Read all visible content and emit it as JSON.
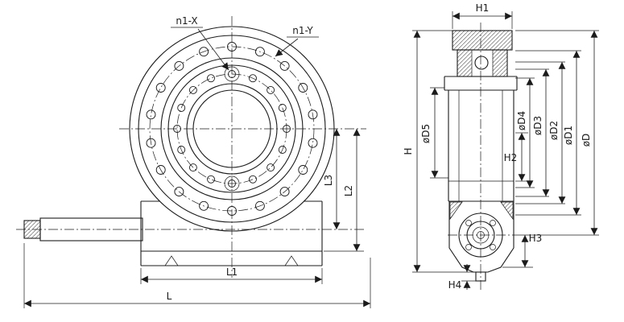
{
  "labels": {
    "n1x": "n1-X",
    "n1y": "n1-Y",
    "L1": "L1",
    "L": "L",
    "L2": "L2",
    "L3": "L3",
    "H1": "H1",
    "H": "H",
    "H2": "H2",
    "H3": "H3",
    "H4": "H4",
    "D5": "øD5",
    "D4": "øD4",
    "D3": "øD3",
    "D2": "øD2",
    "D1": "øD1",
    "D": "øD"
  },
  "geometry": {
    "bolt_holes_outer": 18,
    "bolt_holes_inner": 16
  },
  "colors": {
    "line": "#1b1b1b",
    "background": "#ffffff"
  }
}
